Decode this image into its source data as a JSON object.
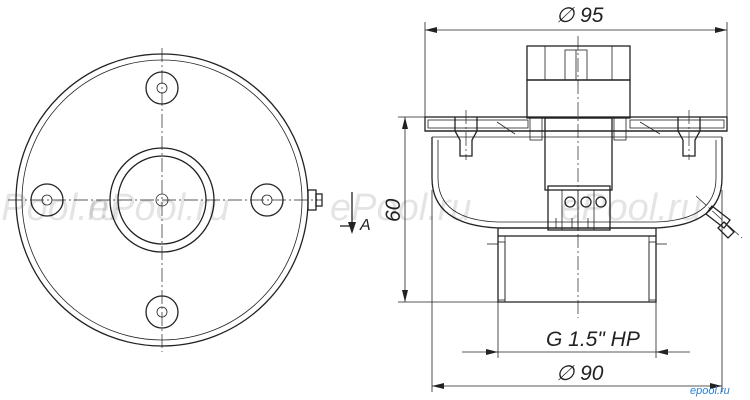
{
  "dimensions": {
    "top_diameter": "∅ 95",
    "height": "60",
    "thread": "G 1.5\" HP",
    "bottom_diameter": "∅ 90"
  },
  "section_marker": {
    "label": "A"
  },
  "watermark": {
    "text": "ePool.ru",
    "corner_logo": "epool.ru"
  },
  "colors": {
    "line": "#222222",
    "background": "#ffffff",
    "logo": "#2a7fd4"
  }
}
